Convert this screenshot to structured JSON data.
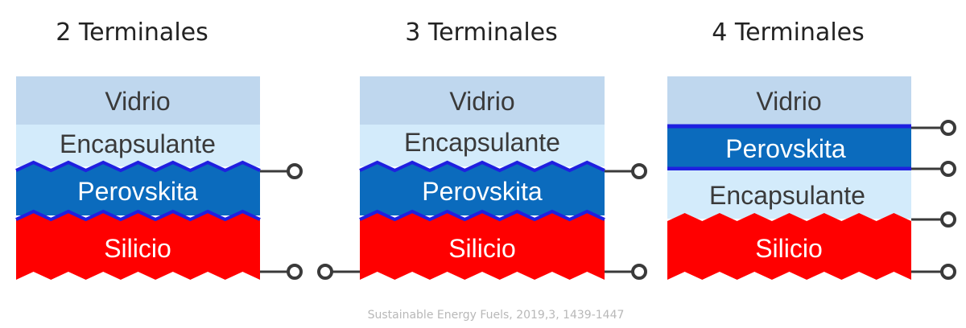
{
  "panels": [
    {
      "title": "2 Terminales",
      "layers": {
        "glass": "Vidrio",
        "encapsulant": "Encapsulante",
        "perovskite": "Perovskita",
        "silicon": "Silicio"
      }
    },
    {
      "title": "3 Terminales",
      "layers": {
        "glass": "Vidrio",
        "encapsulant": "Encapsulante",
        "perovskite": "Perovskita",
        "silicon": "Silicio"
      }
    },
    {
      "title": "4 Terminales",
      "layers": {
        "glass": "Vidrio",
        "perovskite": "Perovskita",
        "encapsulant": "Encapsulante",
        "silicon": "Silicio"
      }
    }
  ],
  "citation": "Sustainable Energy Fuels, 2019,3, 1439-1447",
  "colors": {
    "glass": "#bfd7ee",
    "encapsulant": "#d3ebfb",
    "perovskite": "#0b6bbd",
    "contact": "#1f1fe0",
    "silicon": "#ff0000",
    "terminal": "#3a3a3a"
  }
}
